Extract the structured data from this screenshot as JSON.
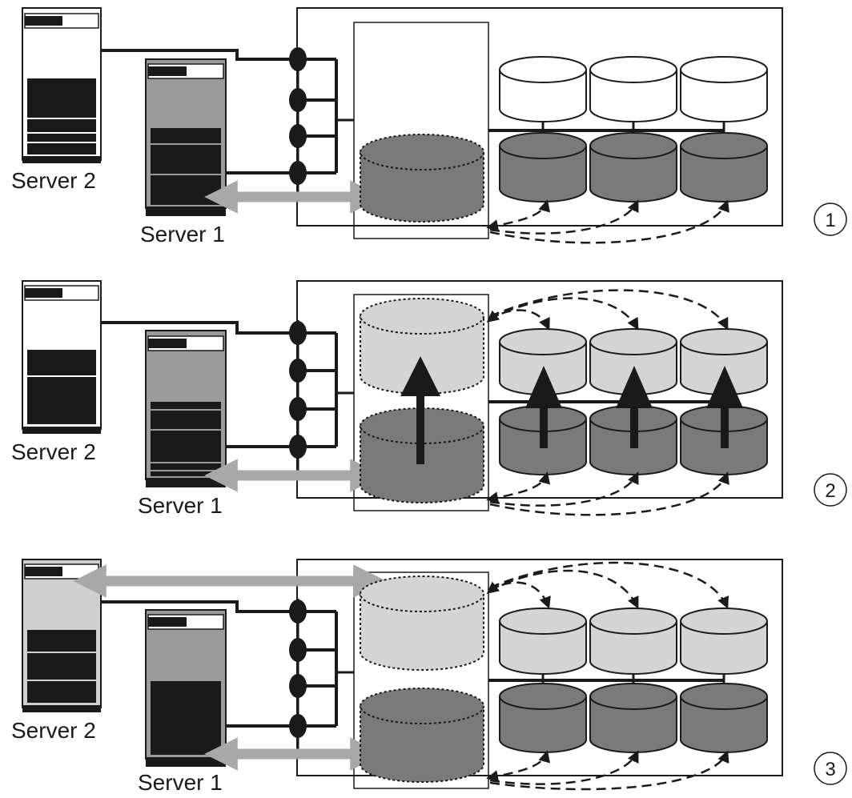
{
  "panels": [
    {
      "server2_label": "Server 2",
      "server1_label": "Server 1",
      "step": "1"
    },
    {
      "server2_label": "Server 2",
      "server1_label": "Server 1",
      "step": "2"
    },
    {
      "server2_label": "Server 2",
      "server1_label": "Server 1",
      "step": "3"
    }
  ],
  "colors": {
    "outline": "#1a1a1a",
    "disk_dark": "#7a7a7a",
    "disk_light": "#d4d4d4",
    "disk_white": "#ffffff",
    "server_gray": "#9a9a9a",
    "server_light": "#cfcfcf",
    "flow_arrow": "#a8a8a8"
  }
}
